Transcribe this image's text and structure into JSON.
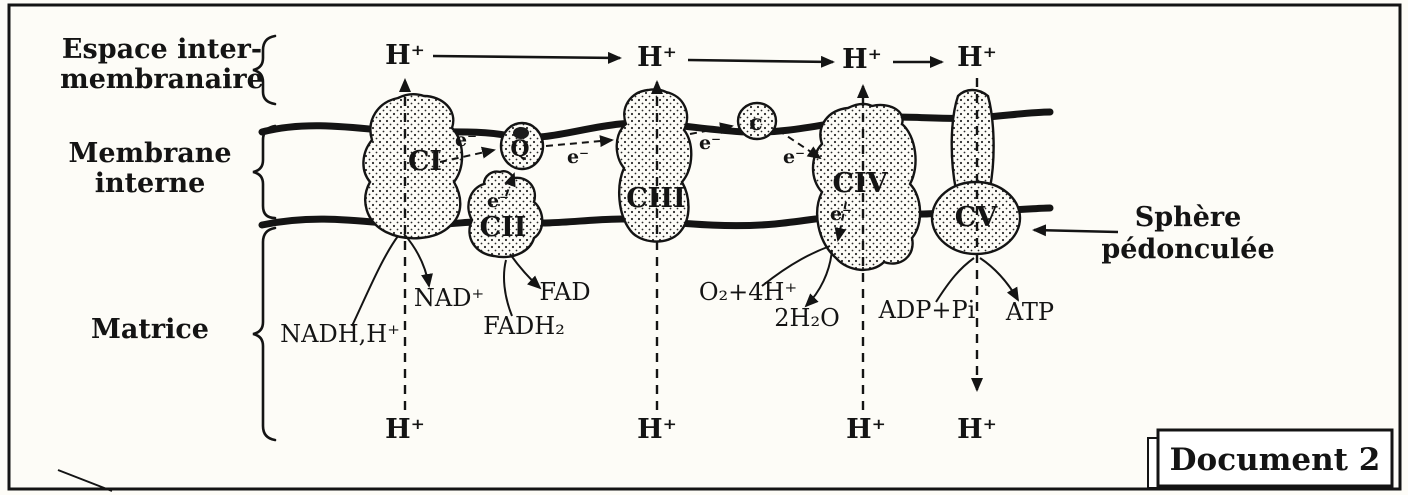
{
  "colors": {
    "ink": "#141414",
    "paper": "#fdfcf7"
  },
  "region_labels": {
    "intermembrane_line1": "Espace inter-",
    "intermembrane_line2": "membranaire",
    "membrane_line1": "Membrane",
    "membrane_line2": "interne",
    "matrix": "Matrice"
  },
  "complexes": {
    "c1": "CI",
    "c2": "CII",
    "c3": "CIII",
    "c4": "CIV",
    "c5": "CV",
    "q": "Q",
    "cyt_c": "c"
  },
  "electron_label": "e⁻",
  "protons": {
    "top": [
      "H⁺",
      "H⁺",
      "H⁺",
      "H⁺"
    ],
    "bottom": [
      "H⁺",
      "H⁺",
      "H⁺",
      "H⁺"
    ]
  },
  "molecules": {
    "nadh": "NADH,H⁺",
    "nad": "NAD⁺",
    "fadh2": "FADH₂",
    "fad": "FAD",
    "o2": "O₂+4H⁺",
    "h2o": "2H₂O",
    "adp": "ADP+Pi",
    "atp": "ATP"
  },
  "annotations": {
    "sphere_line1": "Sphère",
    "sphere_line2": "pédonculée",
    "document_label": "Document 2"
  }
}
